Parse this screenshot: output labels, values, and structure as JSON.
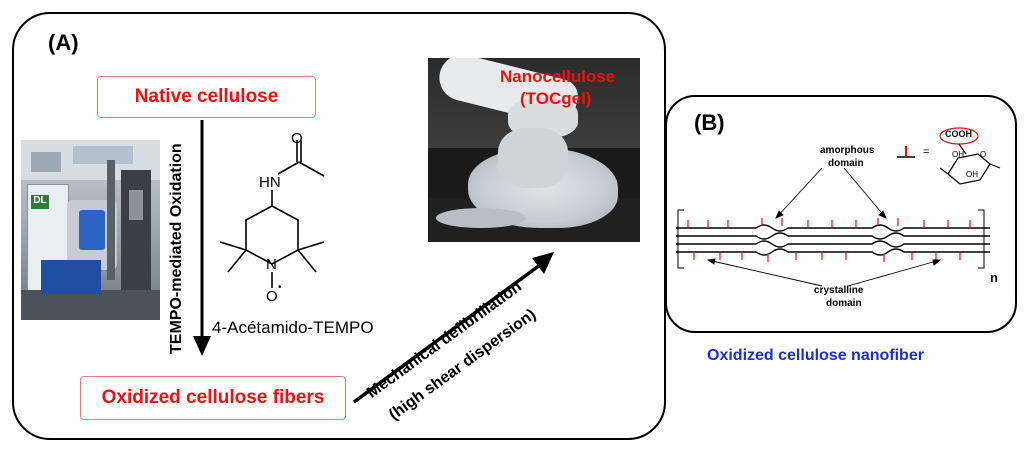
{
  "panel_a": {
    "label": "(A)",
    "native_box": "Native cellulose",
    "oxidized_box": "Oxidized cellulose fibers",
    "oxidation_step": "TEMPO-mediated Oxidation",
    "catalyst_label": "4-Acétamido-TEMPO",
    "defibrillation_line1": "Mechanical defibrillation",
    "defibrillation_line2": "(high shear dispersion)",
    "gel_title_line1": "Nanocellulose",
    "gel_title_line2": "(TOCgel)",
    "equipment_tag": "DL",
    "molecule": {
      "carbonyl": "O",
      "amine": "HN",
      "ring_nitrogen": "N",
      "oxyl": "O",
      "radical_dot": "•"
    }
  },
  "panel_b": {
    "label": "(B)",
    "amorphous_label_line1": "amorphous",
    "amorphous_label_line2": "domain",
    "crystalline_label_line1": "crystalline",
    "crystalline_label_line2": "domain",
    "repeat_index": "n",
    "equals": "=",
    "cooh": "COOH",
    "oh1": "OH",
    "oh2": "OH",
    "ring_o": "O"
  },
  "caption": "Oxidized cellulose nanofiber",
  "colors": {
    "box_border": "#e08080",
    "box_text": "#ee1111",
    "caption": "#1a2fd0",
    "carboxyl_mark": "#dd1111"
  }
}
